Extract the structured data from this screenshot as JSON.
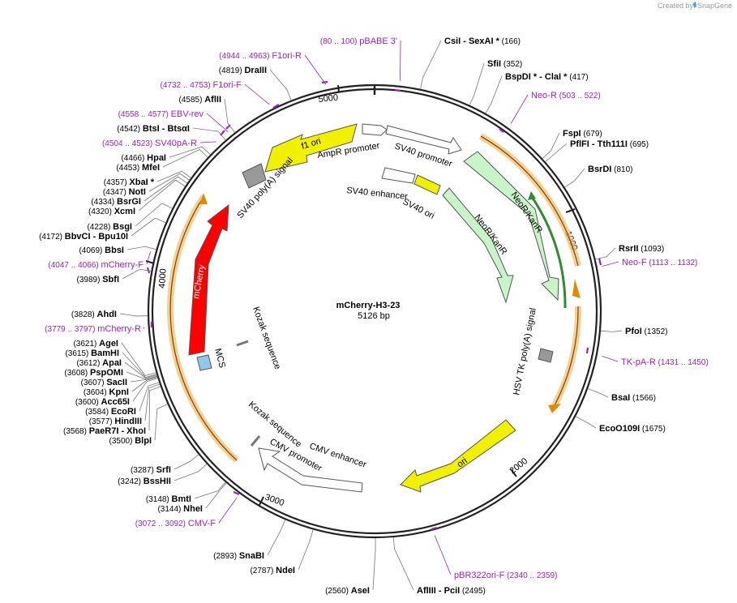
{
  "plasmid": {
    "name": "mCherry-H3-23",
    "length_label": "5126 bp",
    "length": 5126
  },
  "branding": {
    "created_by": "Created by",
    "app_name": "SnapGene",
    "icon": "snapgene-logo-icon"
  },
  "ruler": [
    "1000",
    "2000",
    "3000",
    "4000",
    "5000"
  ],
  "sites": [
    {
      "name": "CsiI",
      "suffix": "  - SexAI *",
      "pos": "(166)"
    },
    {
      "name": "SfiI",
      "pos": "(352)"
    },
    {
      "name": "BspDI *",
      "suffix": "  - ClaI *",
      "pos": "(417)"
    },
    {
      "name": "FspI",
      "pos": "(679)"
    },
    {
      "name": "PflFI",
      "suffix": "  - Tth111I",
      "pos": "(695)"
    },
    {
      "name": "BsrDI",
      "pos": "(810)"
    },
    {
      "name": "RsrII",
      "pos": "(1093)"
    },
    {
      "name": "PfoI",
      "pos": "(1352)"
    },
    {
      "name": "BsaI",
      "pos": "(1566)"
    },
    {
      "name": "EcoO109I",
      "pos": "(1675)"
    },
    {
      "name": "AflIII",
      "suffix": "  - PciI",
      "pos": "(2495)"
    },
    {
      "name": "AseI",
      "pos": "(2560)"
    },
    {
      "name": "NdeI",
      "pos": "(2787)"
    },
    {
      "name": "SnaBI",
      "pos": "(2893)"
    },
    {
      "name": "NheI",
      "pos": "(3144)"
    },
    {
      "name": "BmtI",
      "pos": "(3148)"
    },
    {
      "name": "BssHII",
      "pos": "(3242)"
    },
    {
      "name": "SrfI",
      "pos": "(3287)"
    },
    {
      "name": "BlpI",
      "pos": "(3500)"
    },
    {
      "name": "PaeR7I",
      "suffix": "  - XhoI",
      "pos": "(3568)"
    },
    {
      "name": "HindIII",
      "pos": "(3577)"
    },
    {
      "name": "EcoRI",
      "pos": "(3584)"
    },
    {
      "name": "Acc65I",
      "pos": "(3600)"
    },
    {
      "name": "KpnI",
      "pos": "(3604)"
    },
    {
      "name": "SacII",
      "pos": "(3607)"
    },
    {
      "name": "PspOMI",
      "pos": "(3608)"
    },
    {
      "name": "ApaI",
      "pos": "(3612)"
    },
    {
      "name": "BamHI",
      "pos": "(3615)"
    },
    {
      "name": "AgeI",
      "pos": "(3621)"
    },
    {
      "name": "AhdI",
      "pos": "(3828)"
    },
    {
      "name": "SbfI",
      "pos": "(3989)"
    },
    {
      "name": "BbsI",
      "pos": "(4069)"
    },
    {
      "name": "BbvCI",
      "suffix": "  - Bpu10I",
      "pos": "(4172)"
    },
    {
      "name": "BsgI",
      "pos": "(4228)"
    },
    {
      "name": "XcmI",
      "pos": "(4320)"
    },
    {
      "name": "BsrGI",
      "pos": "(4334)"
    },
    {
      "name": "NotI",
      "pos": "(4347)"
    },
    {
      "name": "XbaI *",
      "pos": "(4357)"
    },
    {
      "name": "MfeI",
      "pos": "(4453)"
    },
    {
      "name": "HpaI",
      "pos": "(4466)"
    },
    {
      "name": "BtsI",
      "suffix": "  - BtsαI",
      "pos": "(4542)"
    },
    {
      "name": "AflII",
      "pos": "(4585)"
    },
    {
      "name": "DraIII",
      "pos": "(4819)"
    }
  ],
  "primers": [
    {
      "name": "pBABE 3'",
      "pos": "(80 .. 100)"
    },
    {
      "name": "Neo-R",
      "pos": "(503 .. 522)"
    },
    {
      "name": "Neo-F",
      "pos": "(1113 .. 1132)"
    },
    {
      "name": "TK-pA-R",
      "pos": "(1431 .. 1450)"
    },
    {
      "name": "pBR322ori-F",
      "pos": "(2340 .. 2359)"
    },
    {
      "name": "CMV-F",
      "pos": "(3072 .. 3092)"
    },
    {
      "name": "mCherry-R",
      "pos": "(3779 .. 3797)"
    },
    {
      "name": "mCherry-F",
      "pos": "(4047 .. 4066)"
    },
    {
      "name": "SV40pA-R",
      "pos": "(4504 .. 4523)"
    },
    {
      "name": "EBV-rev",
      "pos": "(4558 .. 4577)"
    },
    {
      "name": "F1ori-F",
      "pos": "(4732 .. 4753)"
    },
    {
      "name": "F1ori-R",
      "pos": "(4944 .. 4963)"
    }
  ],
  "features": {
    "f1_ori": "f1 ori",
    "ampr_promoter": "AmpR promoter",
    "sv40_promoter": "SV40 promoter",
    "sv40_polya": "SV40 poly(A) signal",
    "sv40_enhancer": "SV40 enhancer",
    "sv40_ori": "SV40 ori",
    "neor_outer": "NeoR/KanR",
    "neor_inner": "NeoR/KanR",
    "hsv_tk": "HSV TK poly(A) signal",
    "ori": "ori",
    "cmv_enhancer": "CMV enhancer",
    "cmv_promoter": "CMV promoter",
    "kozak_lower": "Kozak sequence",
    "kozak_upper": "Kozak sequence",
    "mcs": "MCS",
    "mcherry": "mCherry"
  },
  "colors": {
    "backbone": "#222222",
    "primer": "#a020c0",
    "f1_ori": "#f0f000",
    "mcherry": "#ff0000",
    "neor": "#c8f5c8",
    "orange_orf": "#f0c070",
    "inner_orf": "#2e8b2e",
    "mcs": "#90c8f0",
    "polya": "#999999",
    "promoter": "#ffffff"
  }
}
